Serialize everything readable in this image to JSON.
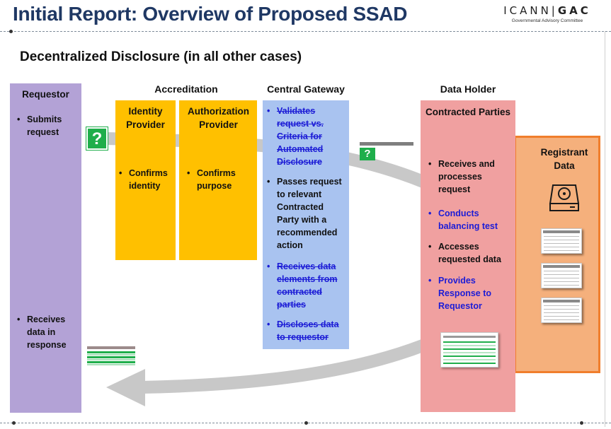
{
  "header": {
    "title": "Initial Report: Overview of Proposed SSAD",
    "logo_main_left": "ICANN",
    "logo_sep": "|",
    "logo_main_right": "GAC",
    "logo_sub": "Governmental Advisory Committee"
  },
  "subtitle": "Decentralized Disclosure (in all other cases)",
  "requestor": {
    "title": "Requestor",
    "bullets": [
      "Submits request",
      "Receives data in response"
    ]
  },
  "accreditation": {
    "label": "Accreditation",
    "identity_provider": {
      "title": "Identity Provider",
      "bullet": "Confirms identity"
    },
    "authorization_provider": {
      "title": "Authorization Provider",
      "bullet": "Confirms purpose"
    }
  },
  "gateway": {
    "label": "Central Gateway",
    "bullets": [
      {
        "text": "Validates request vs. Criteria for Automated Disclosure",
        "style": "strike"
      },
      {
        "text": "Passes request to relevant Contracted Party with a recommended action",
        "style": "normal"
      },
      {
        "text": "Receives data elements from contracted parties",
        "style": "strike"
      },
      {
        "text": "Discloses data to requestor",
        "style": "strike"
      }
    ]
  },
  "data_holder": {
    "label": "Data Holder",
    "contracted": {
      "title": "Contracted Parties",
      "bullets": [
        {
          "text": "Receives and processes request",
          "style": "normal"
        },
        {
          "text": "Conducts balancing test",
          "style": "blue"
        },
        {
          "text": "Accesses requested data",
          "style": "normal"
        },
        {
          "text": "Provides Response to Requestor",
          "style": "blue"
        }
      ]
    },
    "registrant": {
      "title": "Registrant Data"
    }
  },
  "icons": {
    "request_icon": "question-mark-icon",
    "request_icon_glyph": "?",
    "storage_icon": "hard-drive-icon"
  },
  "colors": {
    "title": "#1f3864",
    "requestor": "#b3a2d6",
    "accreditation": "#ffc000",
    "gateway": "#a9c3f0",
    "contracted": "#f0a0a0",
    "registrant_fill": "#f5b07c",
    "registrant_border": "#f07e2c",
    "flow_arrow": "#c8c8c8",
    "accent_green": "#1fae4b",
    "highlight_blue": "#1c1cd6"
  }
}
